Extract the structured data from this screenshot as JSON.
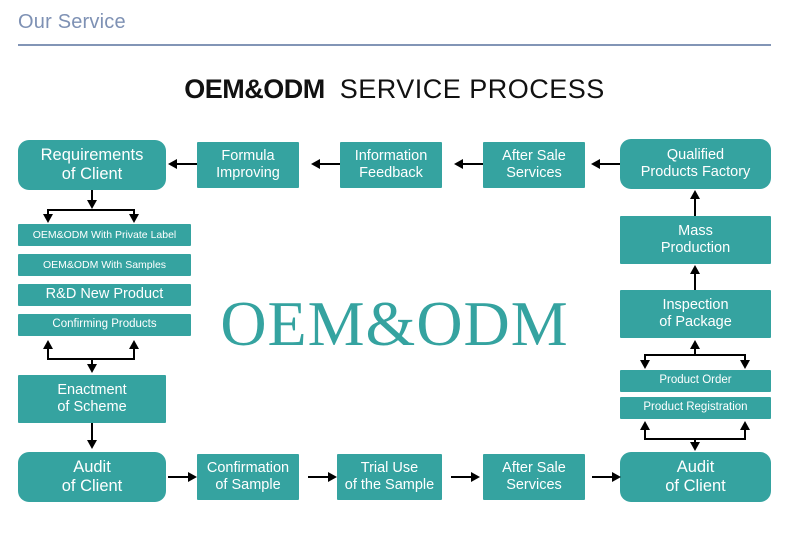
{
  "header": {
    "title": "Our Service"
  },
  "diagram": {
    "title_bold": "OEM&ODM",
    "title_light": "SERVICE PROCESS",
    "watermark": "OEM&ODM",
    "accent_color": "#35A3A0",
    "header_color": "#7E91B4",
    "connector_color": "#000000"
  },
  "nodes": {
    "requirements_of_client": {
      "line1": "Requirements",
      "line2": "of Client"
    },
    "formula_improving": {
      "line1": "Formula",
      "line2": "Improving"
    },
    "information_feedback": {
      "line1": "Information",
      "line2": "Feedback"
    },
    "after_sale_services_top": {
      "line1": "After Sale",
      "line2": "Services"
    },
    "qualified_products_factory": {
      "line1": "Qualified",
      "line2": "Products Factory"
    },
    "oem_odm_private_label": {
      "line1": "OEM&ODM With Private Label"
    },
    "oem_odm_with_samples": {
      "line1": "OEM&ODM With Samples"
    },
    "rd_new_product": {
      "line1": "R&D New Product"
    },
    "confirming_products": {
      "line1": "Confirming Products"
    },
    "enactment_of_scheme": {
      "line1": "Enactment",
      "line2": "of Scheme"
    },
    "audit_of_client_left": {
      "line1": "Audit",
      "line2": "of Client"
    },
    "confirmation_of_sample": {
      "line1": "Confirmation",
      "line2": "of Sample"
    },
    "trial_use_of_the_sample": {
      "line1": "Trial Use",
      "line2": "of the Sample"
    },
    "after_sale_services_bottom": {
      "line1": "After Sale",
      "line2": "Services"
    },
    "audit_of_client_right": {
      "line1": "Audit",
      "line2": "of Client"
    },
    "mass_production": {
      "line1": "Mass",
      "line2": "Production"
    },
    "inspection_of_package": {
      "line1": "Inspection",
      "line2": "of Package"
    },
    "product_order": {
      "line1": "Product Order"
    },
    "product_registration": {
      "line1": "Product Registration"
    }
  }
}
